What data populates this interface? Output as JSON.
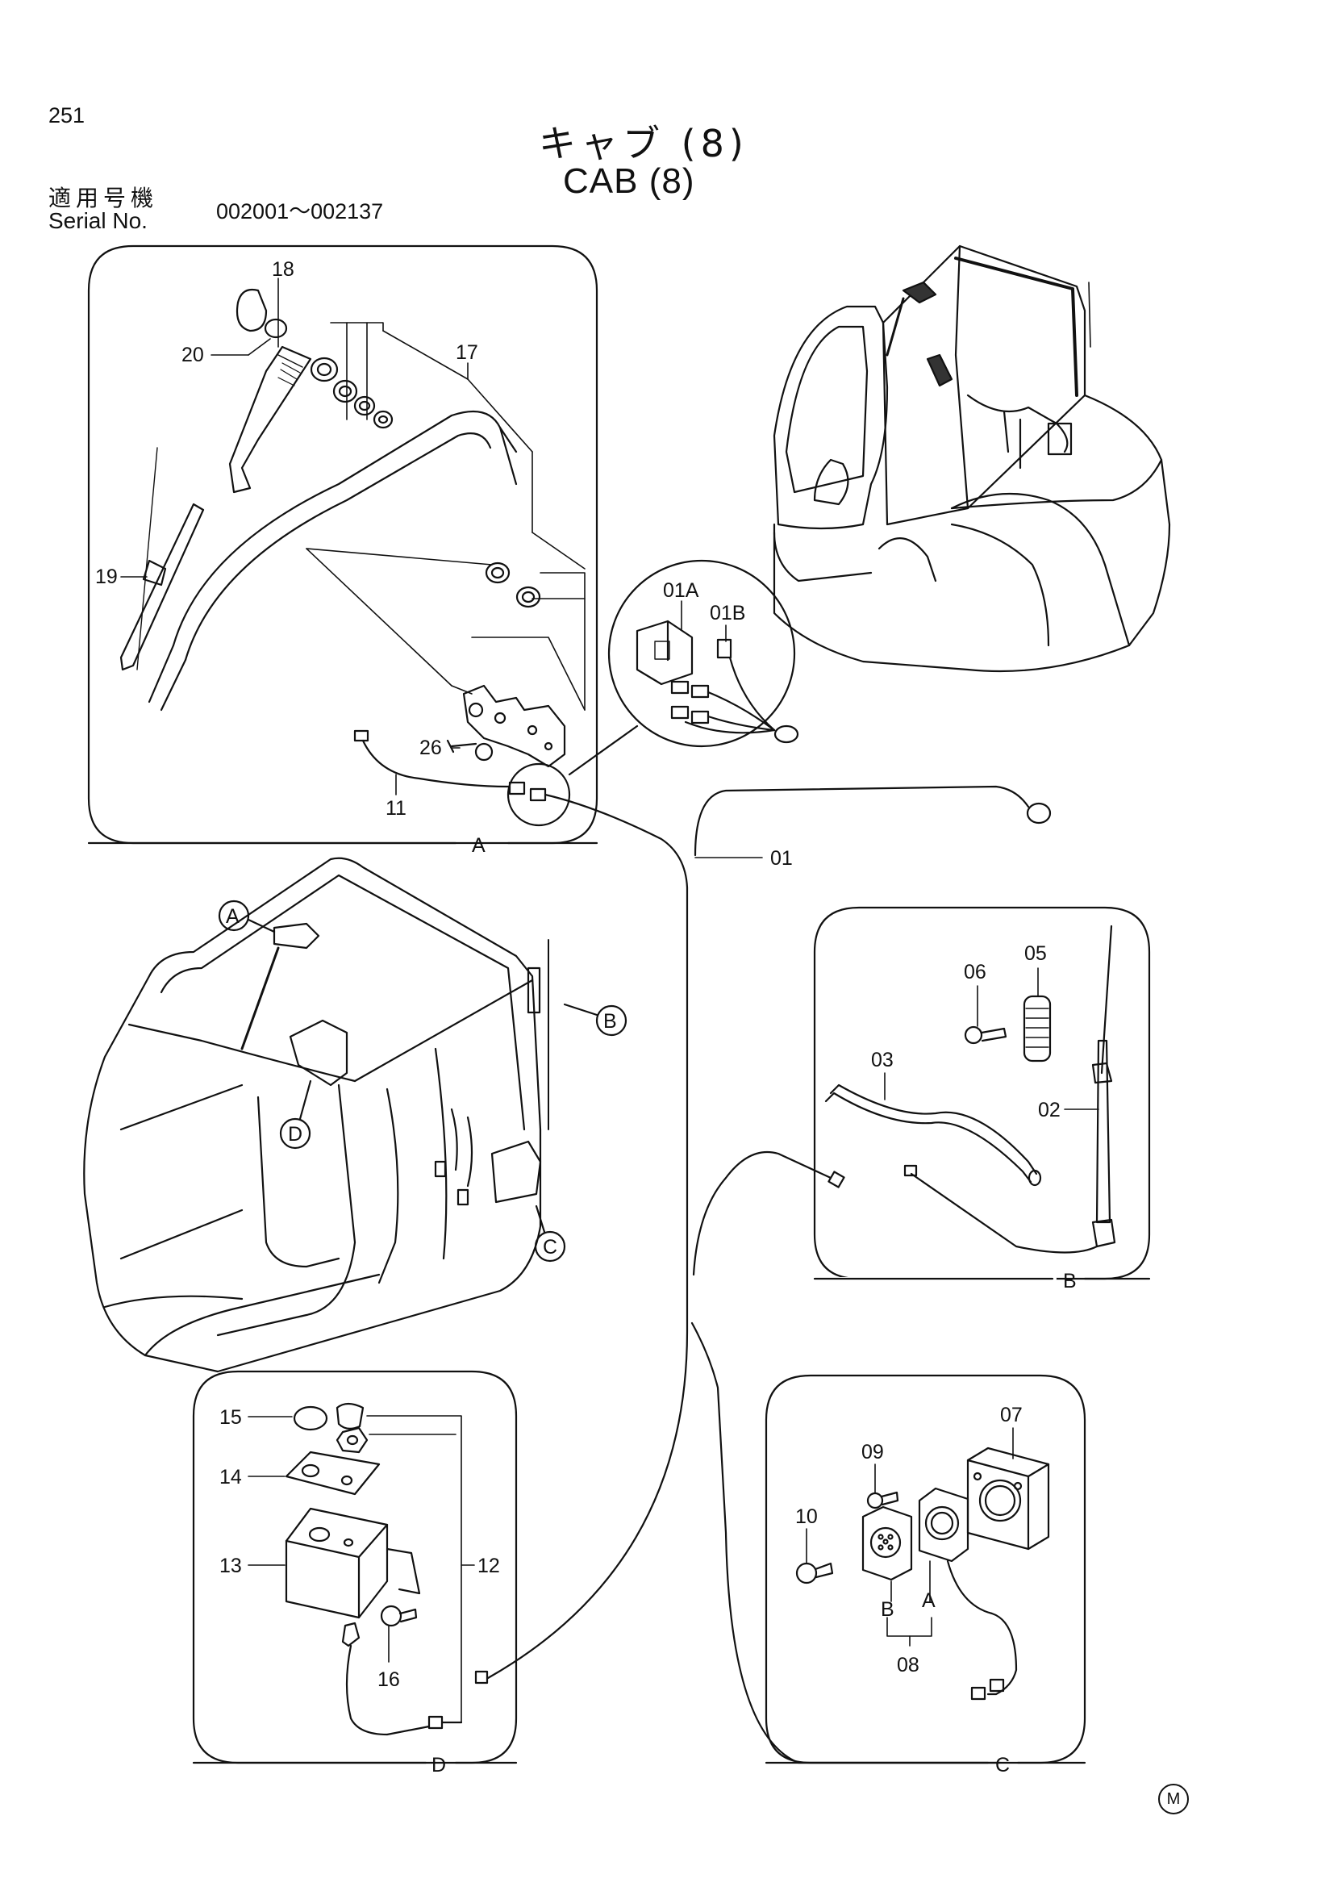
{
  "header": {
    "page_number": "251",
    "title_jp": "キャブ (8)",
    "title_en": "CAB (8)",
    "serial_label_jp": "適用号機",
    "serial_label_en": "Serial No.",
    "serial_range": "002001～002137"
  },
  "detail_labels": {
    "a": "A",
    "b": "B",
    "c": "C",
    "d": "D"
  },
  "callouts": {
    "p01": "01",
    "p01a": "01A",
    "p01b": "01B",
    "p02": "02",
    "p03": "03",
    "p05": "05",
    "p06": "06",
    "p07": "07",
    "p08": "08",
    "p09": "09",
    "p10": "10",
    "p11": "11",
    "p12": "12",
    "p13": "13",
    "p14": "14",
    "p15": "15",
    "p16": "16",
    "p17": "17",
    "p18": "18",
    "p19": "19",
    "p20": "20",
    "p26": "26",
    "conn_a": "A",
    "conn_b": "B"
  },
  "markers": {
    "a": "A",
    "b": "B",
    "c": "C",
    "d": "D"
  },
  "footer_mark": "M"
}
